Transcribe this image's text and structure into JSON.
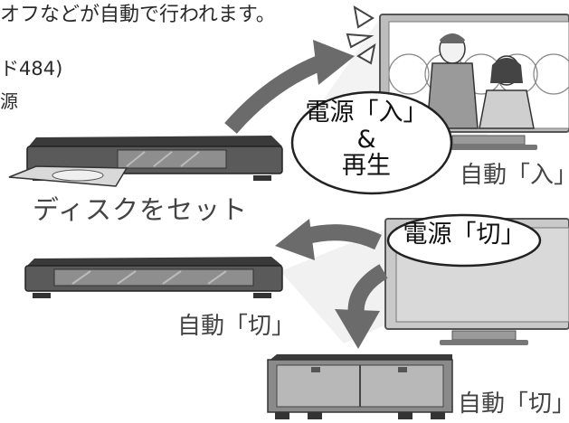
{
  "intro": {
    "line1": "オフなどが自動で行われます。",
    "line2": "ド484)",
    "line3": "源"
  },
  "labels": {
    "insert_disc": "ディスクをセット",
    "recorder_auto_off": "自動「切」",
    "tv_auto_on": "自動「入」",
    "rack_auto_off": "自動「切」"
  },
  "bubbles": {
    "power_on_play": {
      "line1": "電源「入」",
      "line2": "&",
      "line3": "再生"
    },
    "power_off": "電源「切」"
  }
}
